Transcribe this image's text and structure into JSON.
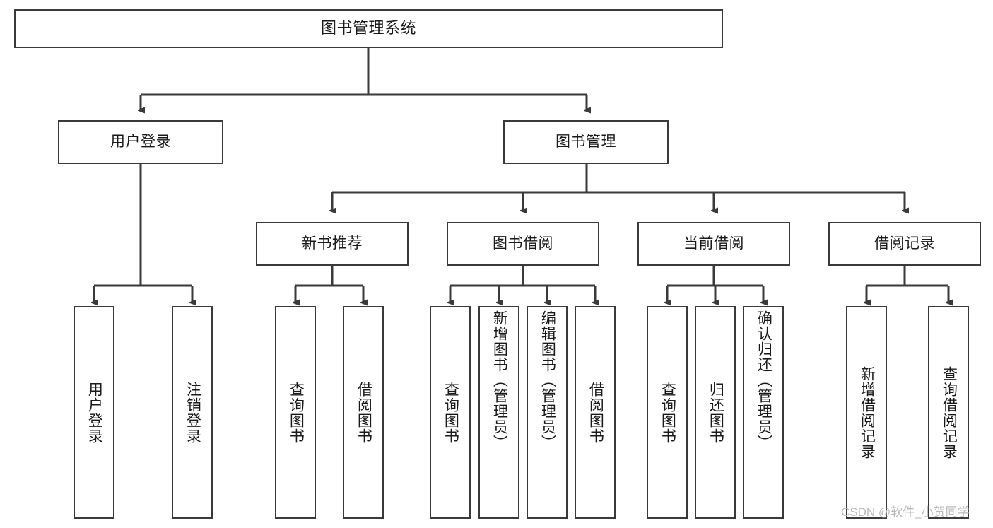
{
  "diagram": {
    "title": "图书管理系统",
    "type": "tree",
    "colors": {
      "box_border": "#3a3a3a",
      "box_fill": "#ffffff",
      "line": "#3a3a3a",
      "text": "#1a1a1a",
      "watermark": "#b9b9b9",
      "background": "#ffffff"
    },
    "root": {
      "label": "图书管理系统"
    },
    "level2": [
      {
        "label": "用户登录"
      },
      {
        "label": "图书管理"
      }
    ],
    "level3": [
      {
        "label": "新书推荐"
      },
      {
        "label": "图书借阅"
      },
      {
        "label": "当前借阅"
      },
      {
        "label": "借阅记录"
      }
    ],
    "leaves": {
      "user_login": [
        {
          "label": "用户登录"
        },
        {
          "label": "注销登录"
        }
      ],
      "new_book": [
        {
          "label": "查询图书"
        },
        {
          "label": "借阅图书"
        }
      ],
      "book_borrow": [
        {
          "label": "查询图书"
        },
        {
          "label": "新增图书（管理员）"
        },
        {
          "label": "编辑图书（管理员）"
        },
        {
          "label": "借阅图书"
        }
      ],
      "current_borrow": [
        {
          "label": "查询图书"
        },
        {
          "label": "归还图书"
        },
        {
          "label": "确认归还（管理员）"
        }
      ],
      "borrow_record": [
        {
          "label": "新增借阅记录"
        },
        {
          "label": "查询借阅记录"
        }
      ]
    }
  },
  "watermark": {
    "text": "CSDN @软件_小贺同学"
  }
}
